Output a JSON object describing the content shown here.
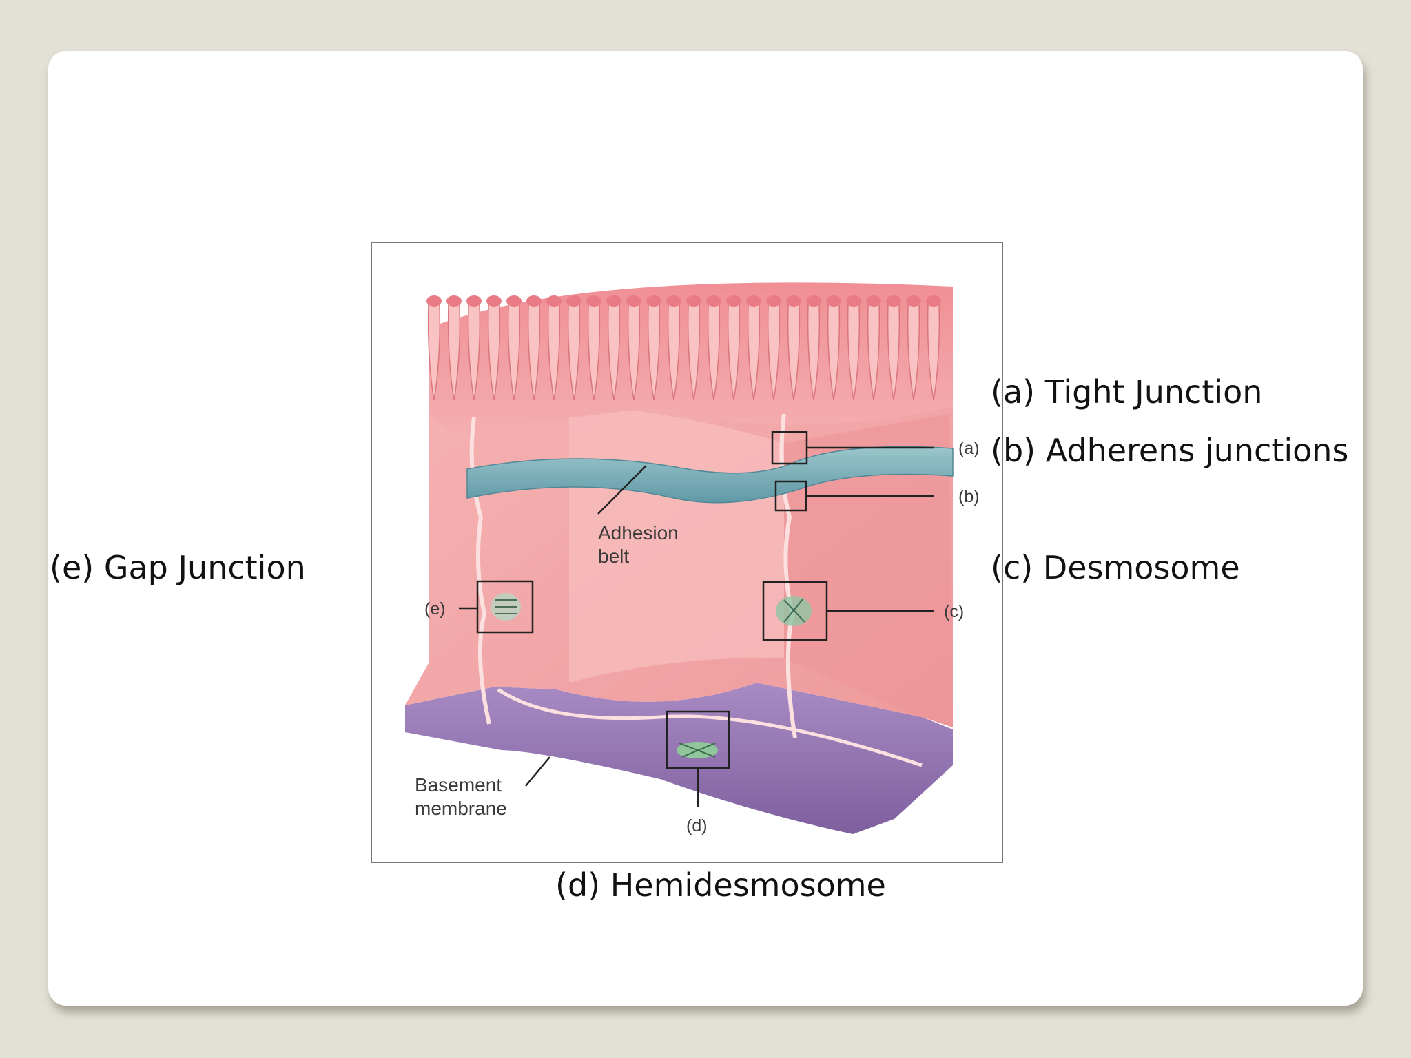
{
  "labels": {
    "a": "(a) Tight Junction",
    "b": "(b) Adherens junctions",
    "c": "(c) Desmosome",
    "d": "(d) Hemidesmosome",
    "e": "(e) Gap Junction"
  },
  "figure": {
    "callouts": {
      "a": "(a)",
      "b": "(b)",
      "c": "(c)",
      "d": "(d)",
      "e": "(e)"
    },
    "adhesion_belt": [
      "Adhesion",
      "belt"
    ],
    "basement_membrane": [
      "Basement",
      "membrane"
    ]
  },
  "colors": {
    "background": "#e3e0d5",
    "slide": "#ffffff",
    "cell": "#f2a7a8",
    "cell_dark": "#de8486",
    "adhesion_belt": "#7fb3bd",
    "basement_membrane": "#9a7bb5"
  }
}
